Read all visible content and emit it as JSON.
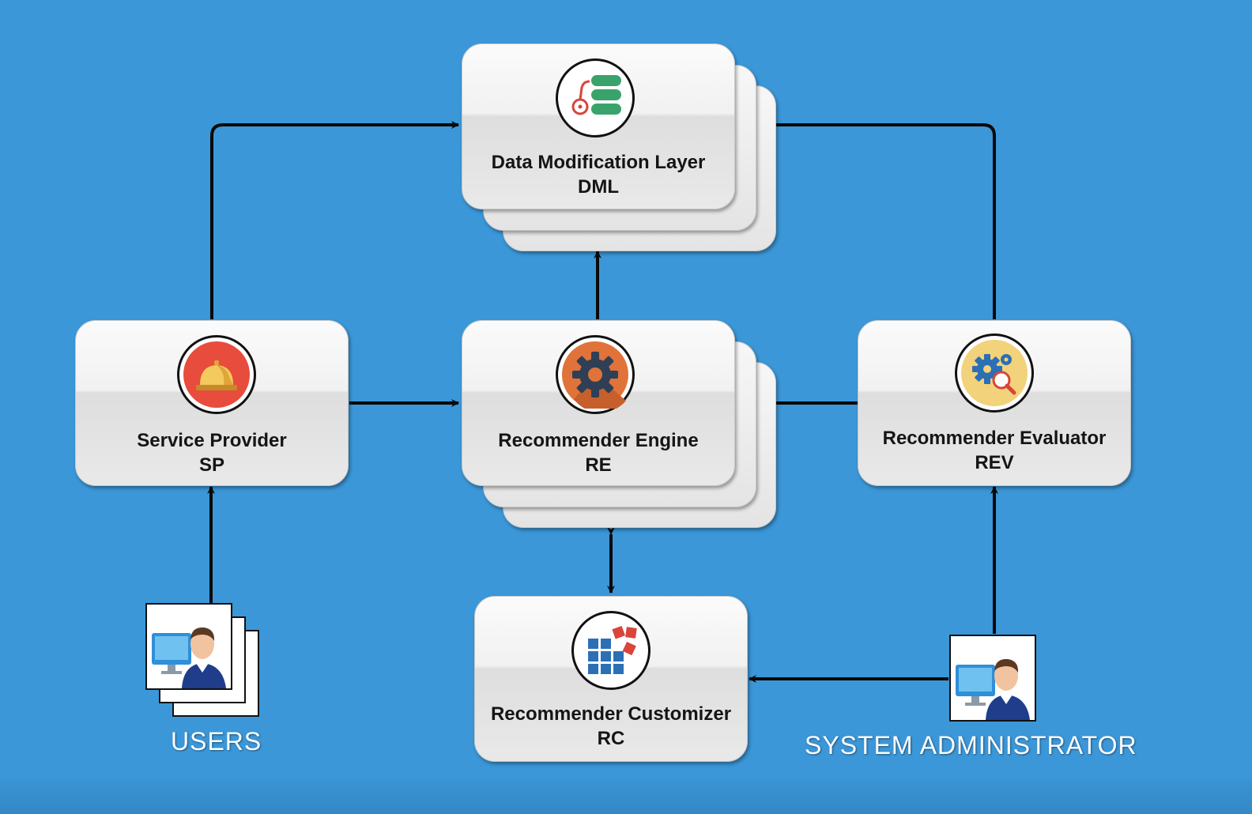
{
  "diagram": {
    "nodes": {
      "dml": {
        "name": "Data Modification Layer",
        "abbr": "DML",
        "icon": "database-icon"
      },
      "sp": {
        "name": "Service Provider",
        "abbr": "SP",
        "icon": "service-bell-icon"
      },
      "re": {
        "name": "Recommender Engine",
        "abbr": "RE",
        "icon": "gear-icon"
      },
      "rev": {
        "name": "Recommender Evaluator",
        "abbr": "REV",
        "icon": "gears-magnifier-icon"
      },
      "rc": {
        "name": "Recommender Customizer",
        "abbr": "RC",
        "icon": "blocks-icon"
      }
    },
    "actors": {
      "users": {
        "label": "USERS",
        "icon": "user-computer-icon"
      },
      "admin": {
        "label": "SYSTEM ADMINISTRATOR",
        "icon": "user-computer-icon"
      }
    },
    "edges": [
      {
        "from": "sp",
        "to": "dml"
      },
      {
        "from": "re",
        "to": "dml"
      },
      {
        "from": "rev",
        "to": "dml"
      },
      {
        "from": "sp",
        "to": "re"
      },
      {
        "from": "rev",
        "to": "re"
      },
      {
        "from": "re",
        "to": "rc",
        "bidirectional": true
      },
      {
        "from": "users",
        "to": "sp"
      },
      {
        "from": "admin",
        "to": "rev"
      },
      {
        "from": "admin",
        "to": "rc"
      }
    ],
    "colors": {
      "background": "#3b97d8",
      "connector": "#0a0a0a",
      "bell_circle": "#e84c3d",
      "gear_circle": "#e0733a",
      "database": "#3aa36b",
      "evaluator_circle": "#f2d27a",
      "blocks_blue": "#2c6fb5",
      "blocks_red": "#d9453a"
    }
  }
}
